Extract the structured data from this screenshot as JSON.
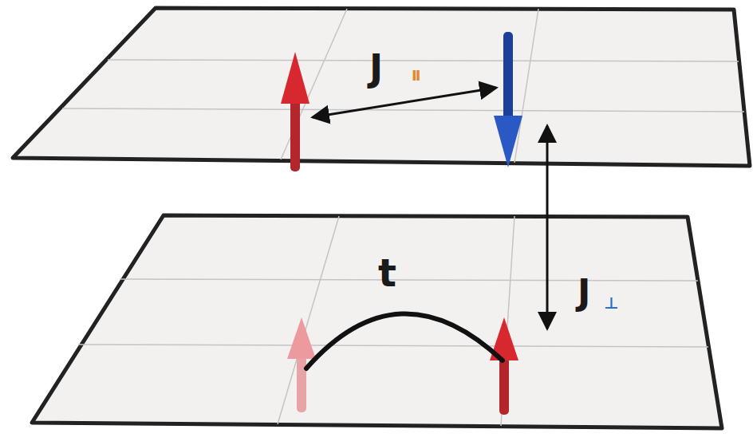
{
  "diagram": {
    "labels": [
      "J",
      "II",
      "t",
      "J",
      "⊥"
    ]
  }
}
